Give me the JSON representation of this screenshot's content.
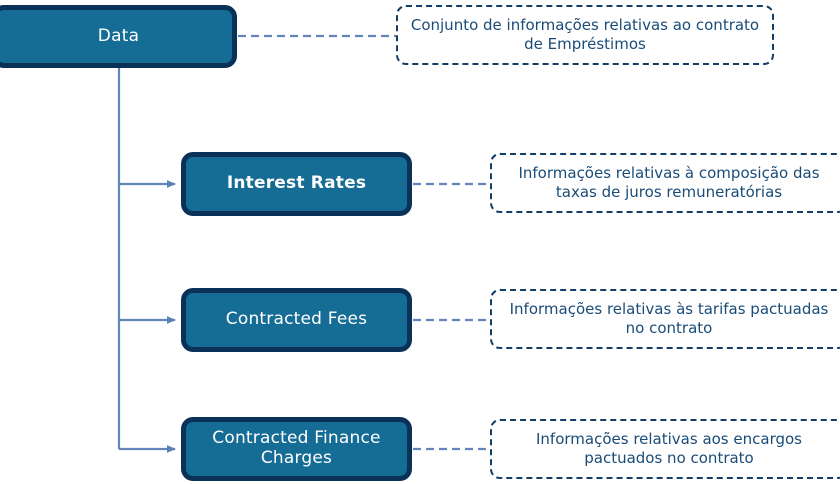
{
  "diagram": {
    "title": "Data",
    "type": "mind-map",
    "colors": {
      "node_fill": "#156C94",
      "node_border": "#0A3158",
      "node_text": "#FFFFFF",
      "note_border": "#143D66",
      "note_text": "#1A4C78",
      "connector": "#6286BA",
      "arrow": "#5B83B8"
    },
    "root": {
      "label": "Data",
      "note": "Conjunto de informações relativas ao contrato de Empréstimos"
    },
    "children": [
      {
        "label": "Interest Rates",
        "note": "Informações relativas à composição das taxas de juros remuneratórias"
      },
      {
        "label": "Contracted Fees",
        "note": "Informações relativas às tarifas pactuadas no contrato"
      },
      {
        "label": "Contracted Finance Charges",
        "note": "Informações relativas aos encargos pactuados no contrato"
      }
    ]
  }
}
